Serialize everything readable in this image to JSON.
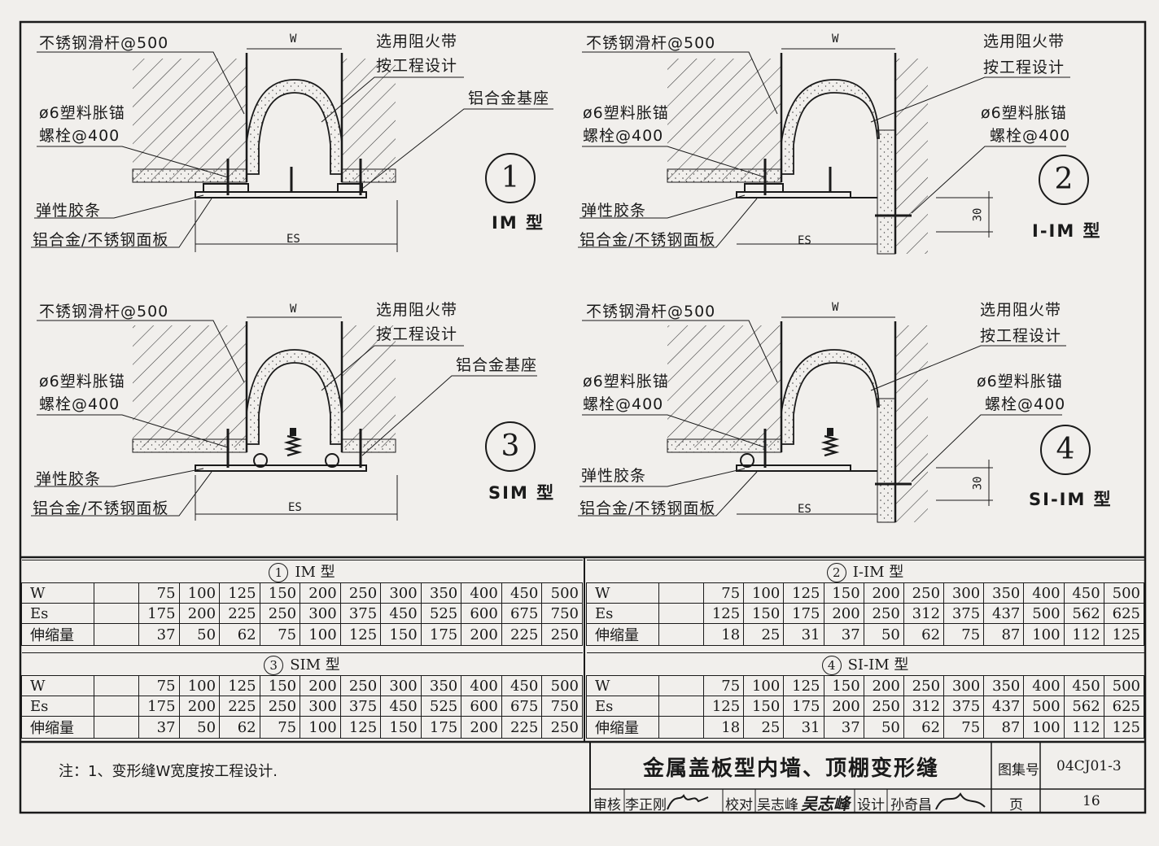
{
  "panels": [
    {
      "number": "1",
      "type_label": "IM 型",
      "labels": {
        "slide_rod": "不锈钢滑杆@500",
        "fire_band_1": "选用阻火带",
        "fire_band_2": "按工程设计",
        "base": "铝合金基座",
        "anchor_1": "ø6塑料胀锚",
        "anchor_2": "螺栓@400",
        "strip": "弹性胶条",
        "plate": "铝合金/不锈钢面板"
      },
      "dims": {
        "w": "W",
        "es": "ES"
      }
    },
    {
      "number": "2",
      "type_label": "I-IM 型",
      "labels": {
        "slide_rod": "不锈钢滑杆@500",
        "fire_band_1": "选用阻火带",
        "fire_band_2": "按工程设计",
        "anchor_1": "ø6塑料胀锚",
        "anchor_2": "螺栓@400",
        "anchor_r1": "ø6塑料胀锚",
        "anchor_r2": "螺栓@400",
        "strip": "弹性胶条",
        "plate": "铝合金/不锈钢面板"
      },
      "dims": {
        "w": "W",
        "es": "ES",
        "h": "30"
      }
    },
    {
      "number": "3",
      "type_label": "SIM 型",
      "labels": {
        "slide_rod": "不锈钢滑杆@500",
        "fire_band_1": "选用阻火带",
        "fire_band_2": "按工程设计",
        "base": "铝合金基座",
        "anchor_1": "ø6塑料胀锚",
        "anchor_2": "螺栓@400",
        "strip": "弹性胶条",
        "plate": "铝合金/不锈钢面板"
      },
      "dims": {
        "w": "W",
        "es": "ES"
      }
    },
    {
      "number": "4",
      "type_label": "SI-IM 型",
      "labels": {
        "slide_rod": "不锈钢滑杆@500",
        "fire_band_1": "选用阻火带",
        "fire_band_2": "按工程设计",
        "anchor_1": "ø6塑料胀锚",
        "anchor_2": "螺栓@400",
        "anchor_r1": "ø6塑料胀锚",
        "anchor_r2": "螺栓@400",
        "strip": "弹性胶条",
        "plate": "铝合金/不锈钢面板"
      },
      "dims": {
        "w": "W",
        "es": "ES",
        "h": "30"
      }
    }
  ],
  "tables": [
    {
      "number": "1",
      "title": "IM 型",
      "rows": [
        {
          "head": "W",
          "values": [
            "75",
            "100",
            "125",
            "150",
            "200",
            "250",
            "300",
            "350",
            "400",
            "450",
            "500"
          ]
        },
        {
          "head": "Es",
          "values": [
            "175",
            "200",
            "225",
            "250",
            "300",
            "375",
            "450",
            "525",
            "600",
            "675",
            "750"
          ]
        },
        {
          "head": "伸缩量",
          "values": [
            "37",
            "50",
            "62",
            "75",
            "100",
            "125",
            "150",
            "175",
            "200",
            "225",
            "250"
          ]
        }
      ]
    },
    {
      "number": "2",
      "title": "I-IM 型",
      "rows": [
        {
          "head": "W",
          "values": [
            "75",
            "100",
            "125",
            "150",
            "200",
            "250",
            "300",
            "350",
            "400",
            "450",
            "500"
          ]
        },
        {
          "head": "Es",
          "values": [
            "125",
            "150",
            "175",
            "200",
            "250",
            "312",
            "375",
            "437",
            "500",
            "562",
            "625"
          ]
        },
        {
          "head": "伸缩量",
          "values": [
            "18",
            "25",
            "31",
            "37",
            "50",
            "62",
            "75",
            "87",
            "100",
            "112",
            "125"
          ]
        }
      ]
    },
    {
      "number": "3",
      "title": "SIM 型",
      "rows": [
        {
          "head": "W",
          "values": [
            "75",
            "100",
            "125",
            "150",
            "200",
            "250",
            "300",
            "350",
            "400",
            "450",
            "500"
          ]
        },
        {
          "head": "Es",
          "values": [
            "175",
            "200",
            "225",
            "250",
            "300",
            "375",
            "450",
            "525",
            "600",
            "675",
            "750"
          ]
        },
        {
          "head": "伸缩量",
          "values": [
            "37",
            "50",
            "62",
            "75",
            "100",
            "125",
            "150",
            "175",
            "200",
            "225",
            "250"
          ]
        }
      ]
    },
    {
      "number": "4",
      "title": "SI-IM 型",
      "rows": [
        {
          "head": "W",
          "values": [
            "75",
            "100",
            "125",
            "150",
            "200",
            "250",
            "300",
            "350",
            "400",
            "450",
            "500"
          ]
        },
        {
          "head": "Es",
          "values": [
            "125",
            "150",
            "175",
            "200",
            "250",
            "312",
            "375",
            "437",
            "500",
            "562",
            "625"
          ]
        },
        {
          "head": "伸缩量",
          "values": [
            "18",
            "25",
            "31",
            "37",
            "50",
            "62",
            "75",
            "87",
            "100",
            "112",
            "125"
          ]
        }
      ]
    }
  ],
  "title_block": {
    "note": "注：1、变形缝W宽度按工程设计.",
    "title": "金属盖板型内墙、顶棚变形缝",
    "atlas_label": "图集号",
    "atlas_no": "04CJ01-3",
    "page_label": "页",
    "page_no": "16",
    "review_label": "审核",
    "reviewer": "李正刚",
    "check_label": "校对",
    "checker": "吴志峰",
    "design_label": "设计",
    "designer": "孙奇昌"
  }
}
